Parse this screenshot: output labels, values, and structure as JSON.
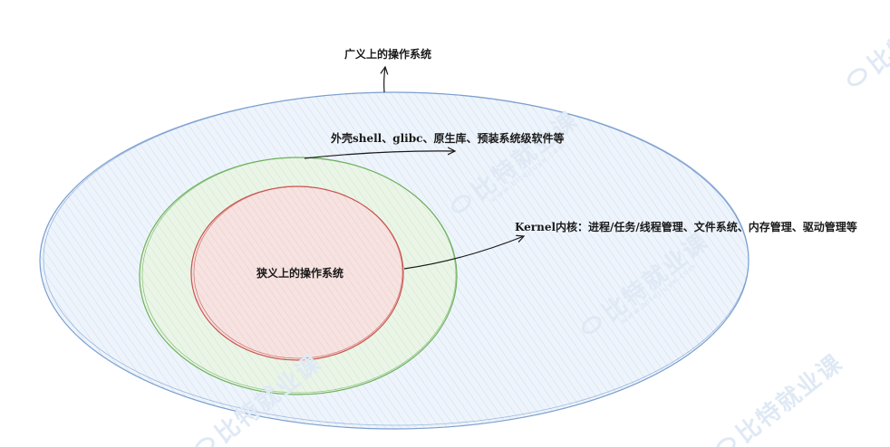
{
  "diagram": {
    "labels": {
      "broad_os": "广义上的操作系统",
      "shell_layer": "外壳shell、glibc、原生库、预装系统级软件等",
      "kernel_layer": "Kernel内核：进程/任务/线程管理、文件系统、内存管理、驱动管理等",
      "narrow_os": "狭义上的操作系统"
    },
    "colors": {
      "outer_ellipse_stroke": "#7c9fd0",
      "outer_ellipse_fill": "#eef4fb",
      "middle_circle_stroke": "#6fb160",
      "middle_circle_fill": "#eaf5e7",
      "inner_circle_stroke": "#c9544f",
      "inner_circle_fill": "#f6e3e1",
      "arrow": "#1a1a1a",
      "watermark": "#dfe9f5"
    },
    "watermark": {
      "text": "比特就业课",
      "subtext": "www.bitejiuye.com"
    }
  }
}
